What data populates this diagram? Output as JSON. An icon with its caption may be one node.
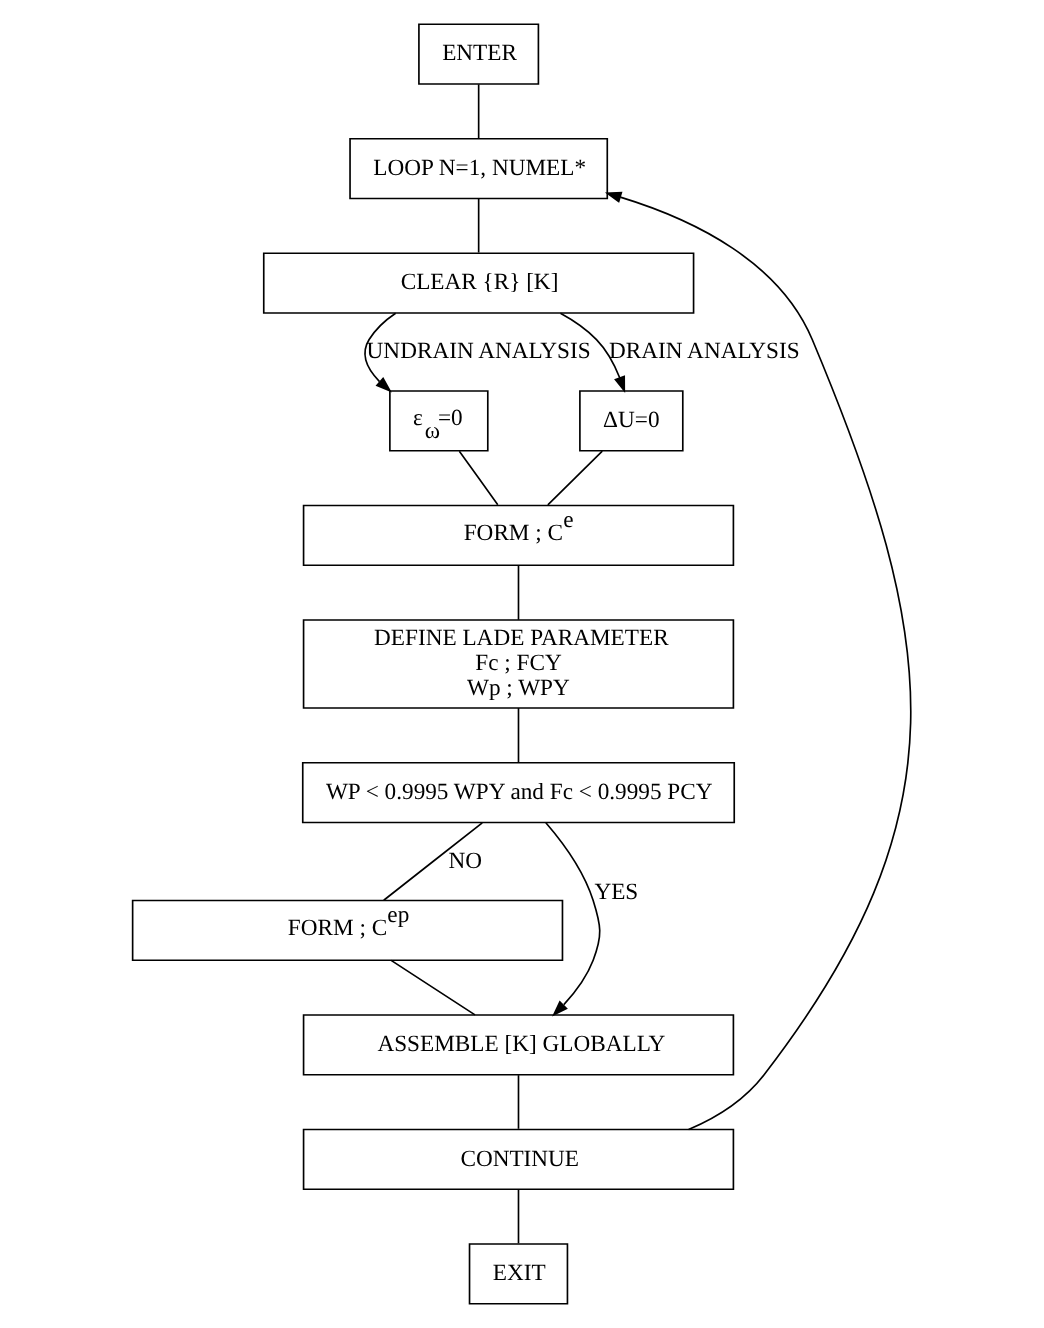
{
  "diagram": {
    "nodes": [
      {
        "text": [
          "ENTER"
        ]
      },
      {
        "text": [
          "LOOP N=1, NUMEL*"
        ]
      },
      {
        "text": [
          "CLEAR {R} [K]"
        ]
      },
      {
        "text": [
          "ε$_{ω}$=0"
        ]
      },
      {
        "text": [
          "ΔU=0"
        ]
      },
      {
        "text": [
          "FORM ; C$^{e}$"
        ]
      },
      {
        "text": [
          "DEFINE LADE PARAMETER",
          "Fc ; FCY",
          "Wp ; WPY"
        ]
      },
      {
        "text": [
          "WP < 0.9995 WPY and Fc < 0.9995 PCY"
        ]
      },
      {
        "text": [
          "FORM ; C$^{ep}$"
        ]
      },
      {
        "text": [
          "ASSEMBLE [K] GLOBALLY"
        ]
      },
      {
        "text": [
          "CONTINUE"
        ]
      },
      {
        "text": [
          "EXIT"
        ]
      }
    ],
    "edges": [
      {
        "from": 0,
        "to": 1,
        "arrow": "none"
      },
      {
        "from": 1,
        "to": 2,
        "arrow": "none"
      },
      {
        "from": 2,
        "to": 3,
        "arrow": "to",
        "label": "UNDRAIN ANALYSIS"
      },
      {
        "from": 2,
        "to": 4,
        "arrow": "to",
        "label": "DRAIN ANALYSIS"
      },
      {
        "from": 3,
        "to": 5,
        "arrow": "none"
      },
      {
        "from": 4,
        "to": 5,
        "arrow": "none"
      },
      {
        "from": 5,
        "to": 6,
        "arrow": "none"
      },
      {
        "from": 6,
        "to": 7,
        "arrow": "none"
      },
      {
        "from": 7,
        "to": 8,
        "arrow": "none",
        "label": "NO"
      },
      {
        "from": 7,
        "to": 9,
        "arrow": "to",
        "label": "YES"
      },
      {
        "from": 8,
        "to": 9,
        "arrow": "none"
      },
      {
        "from": 9,
        "to": 10,
        "arrow": "none"
      },
      {
        "from": 10,
        "to": 1,
        "arrow": "to"
      },
      {
        "from": 10,
        "to": 11,
        "arrow": "none"
      }
    ]
  }
}
